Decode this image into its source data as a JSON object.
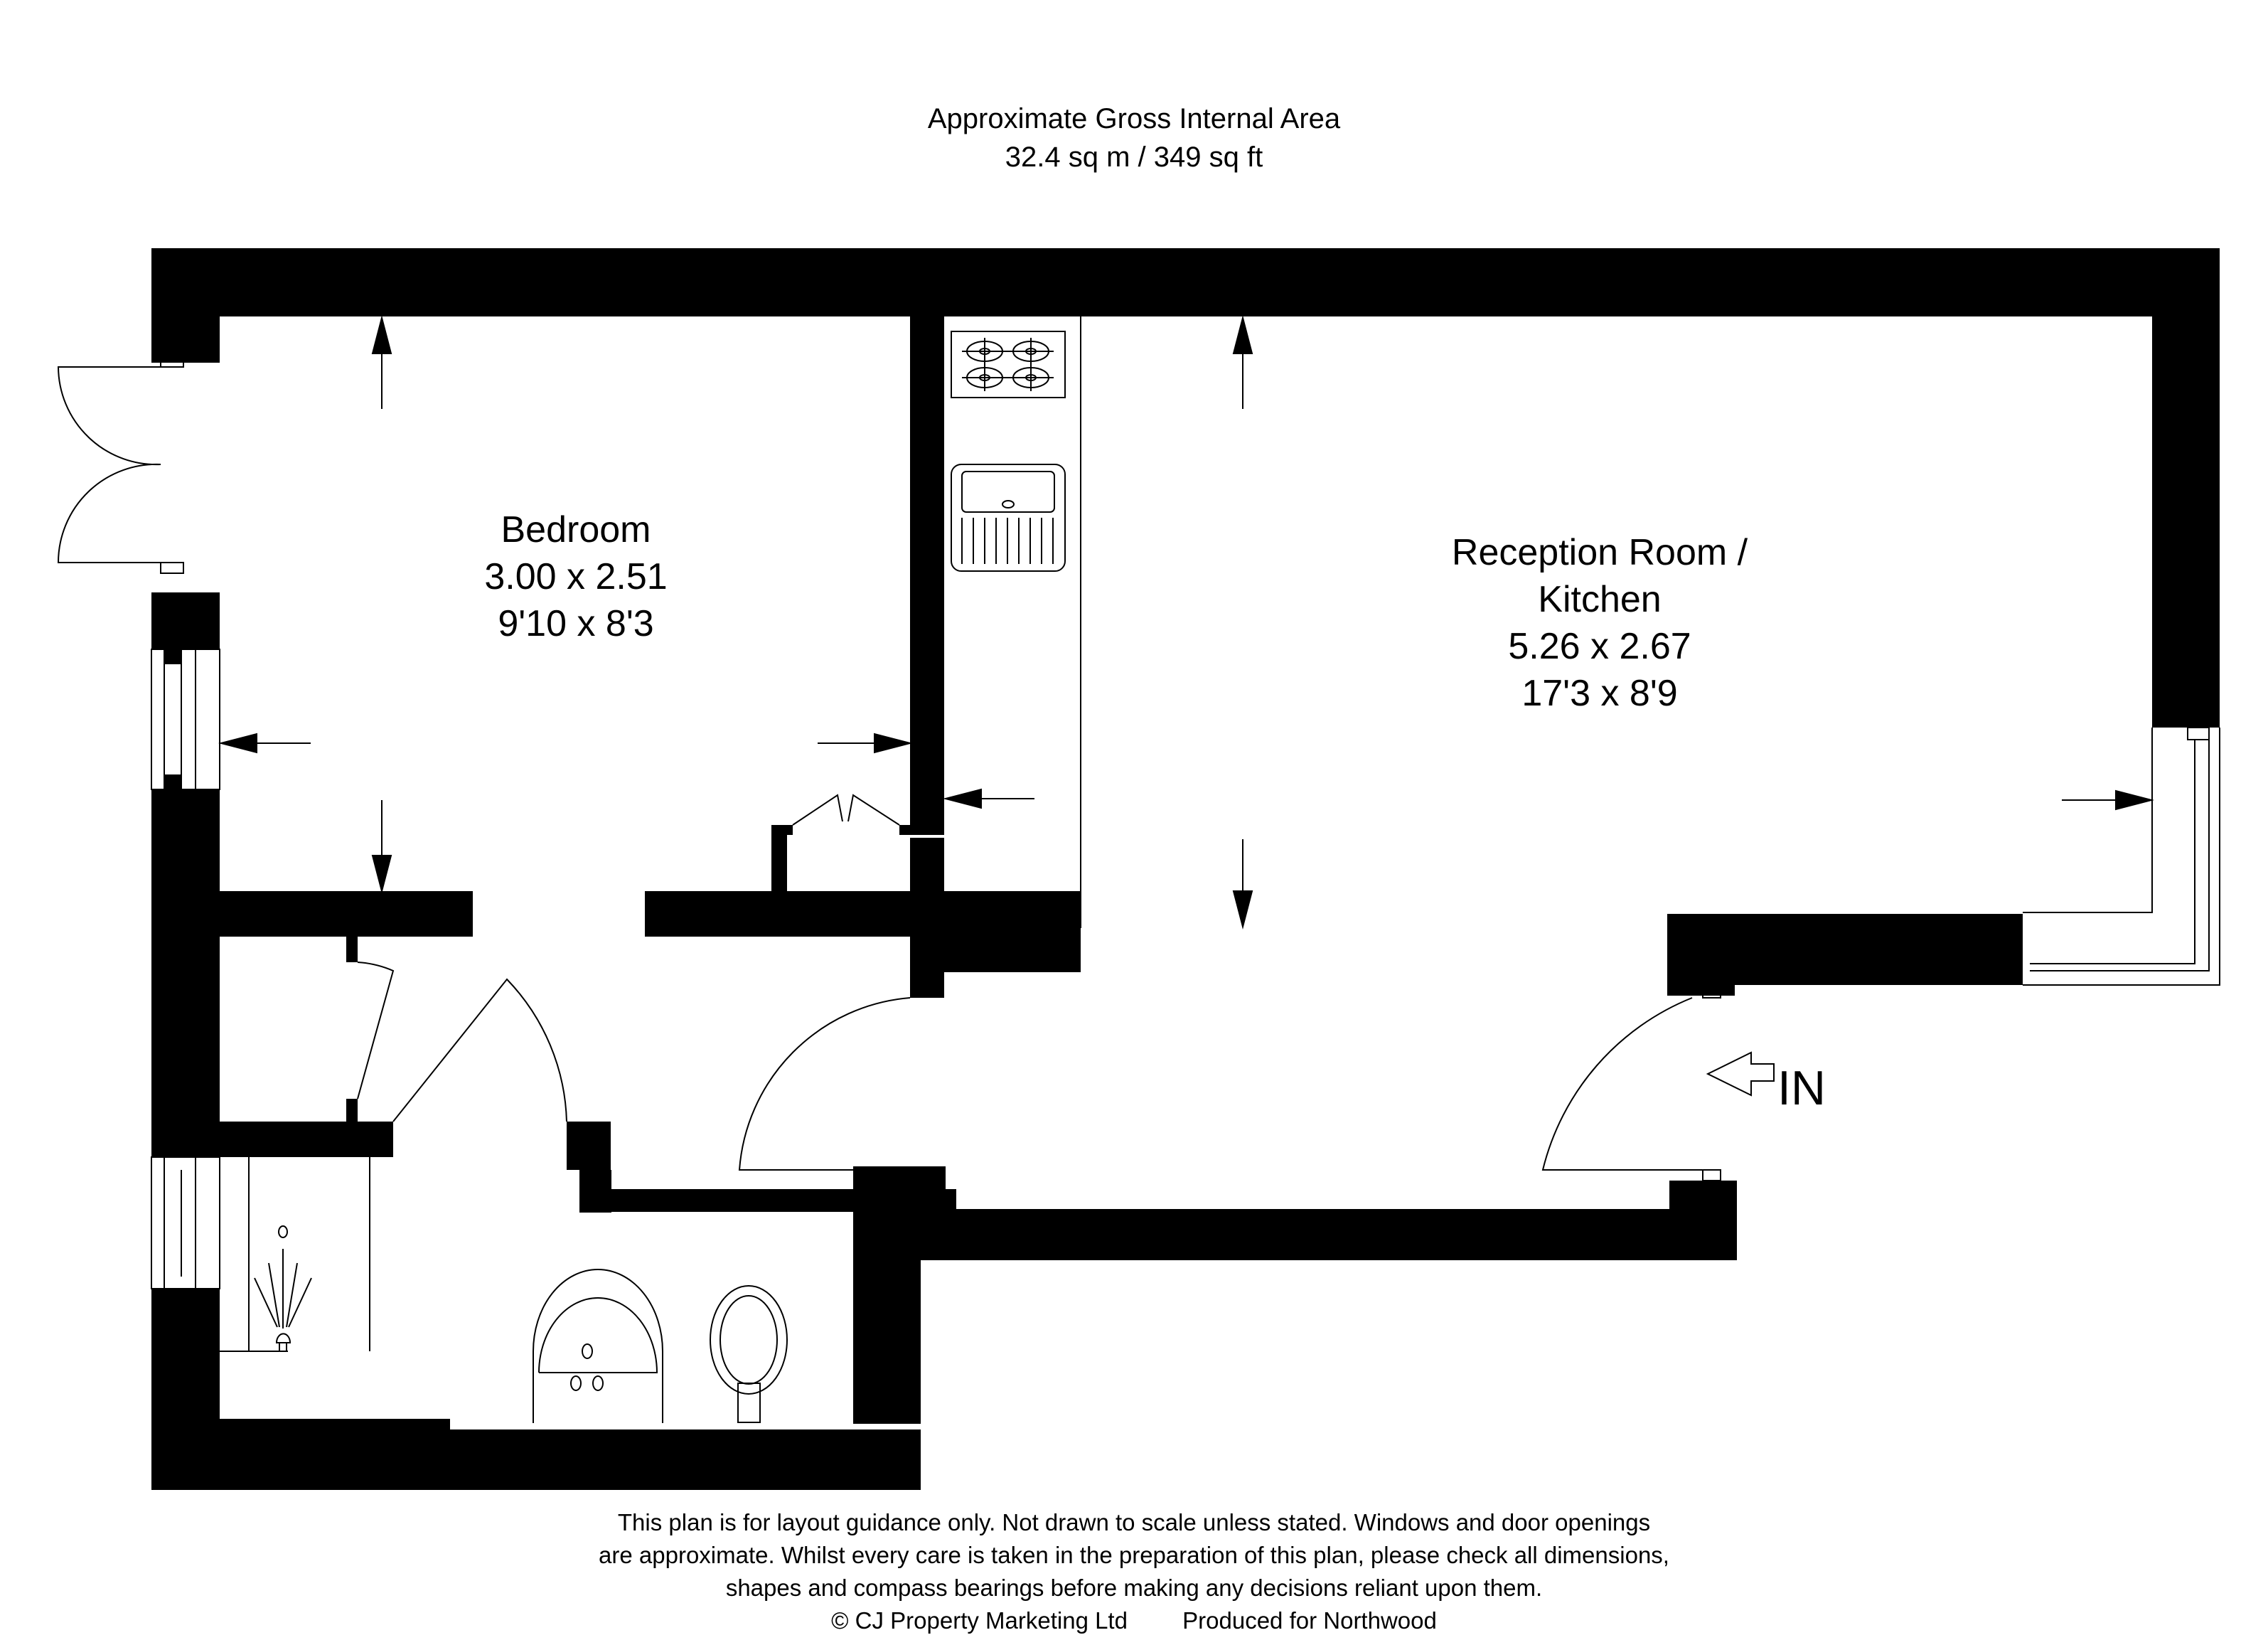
{
  "header": {
    "title": "Approximate Gross Internal Area",
    "area": "32.4 sq m / 349 sq ft"
  },
  "rooms": [
    {
      "name": "Bedroom",
      "dimensions_metric": "3.00 x 2.51",
      "dimensions_imperial": "9'10 x 8'3"
    },
    {
      "name_line1": "Reception Room /",
      "name_line2": "Kitchen",
      "dimensions_metric": "5.26 x 2.67",
      "dimensions_imperial": "17'3 x 8'9"
    }
  ],
  "entrance": {
    "label": "IN",
    "icon": "entrance-arrow-icon"
  },
  "fixtures": [
    {
      "name": "hob",
      "icon": "four-burner-hob-icon"
    },
    {
      "name": "kitchen-sink",
      "icon": "sink-drainer-icon"
    },
    {
      "name": "shower",
      "icon": "shower-spray-icon"
    },
    {
      "name": "washbasin",
      "icon": "washbasin-icon"
    },
    {
      "name": "wc",
      "icon": "toilet-icon"
    }
  ],
  "footer": {
    "disclaimer_line1": "This plan is for layout guidance only. Not drawn to scale unless stated. Windows and door openings",
    "disclaimer_line2": "are approximate. Whilst every care is taken in the preparation of this plan, please check all dimensions,",
    "disclaimer_line3": "shapes and compass bearings before making any decisions reliant upon them.",
    "copyright": "© CJ Property Marketing Ltd",
    "produced_for": "Produced for Northwood"
  },
  "colors": {
    "wall": "#000000",
    "background": "#ffffff",
    "line": "#000000"
  }
}
